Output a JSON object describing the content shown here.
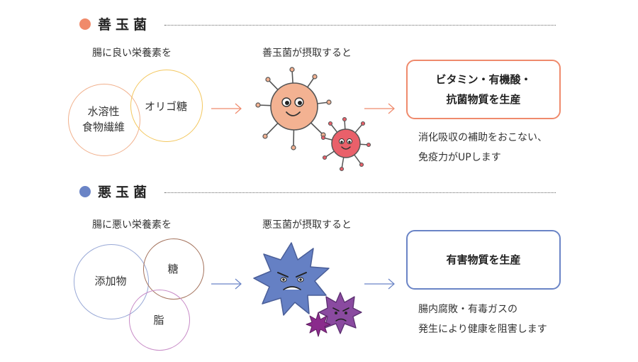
{
  "good": {
    "title": "善玉菌",
    "dot_color": "#f08a6a",
    "intake_caption": "腸に良い栄養素を",
    "circle_left": [
      "水溶性",
      "食物繊維"
    ],
    "circle_right": "オリゴ糖",
    "bacteria_caption": "善玉菌が摂取すると",
    "result_lines": [
      "ビタミン・有機酸・",
      "抗菌物質を生産"
    ],
    "desc_lines": [
      "消化吸収の補助をおこない、",
      "免疫力がUPします"
    ],
    "color": "#ef8a6c"
  },
  "bad": {
    "title": "悪玉菌",
    "dot_color": "#6a84c6",
    "intake_caption": "腸に悪い栄養素を",
    "circle_left": "添加物",
    "circle_right": "糖",
    "circle_bottom": "脂",
    "bacteria_caption": "悪玉菌が摂取すると",
    "result_lines": [
      "有害物質を生産"
    ],
    "desc_lines": [
      "腸内腐敗・有毒ガスの",
      "発生により健康を阻害します"
    ],
    "color": "#6a84c6"
  }
}
